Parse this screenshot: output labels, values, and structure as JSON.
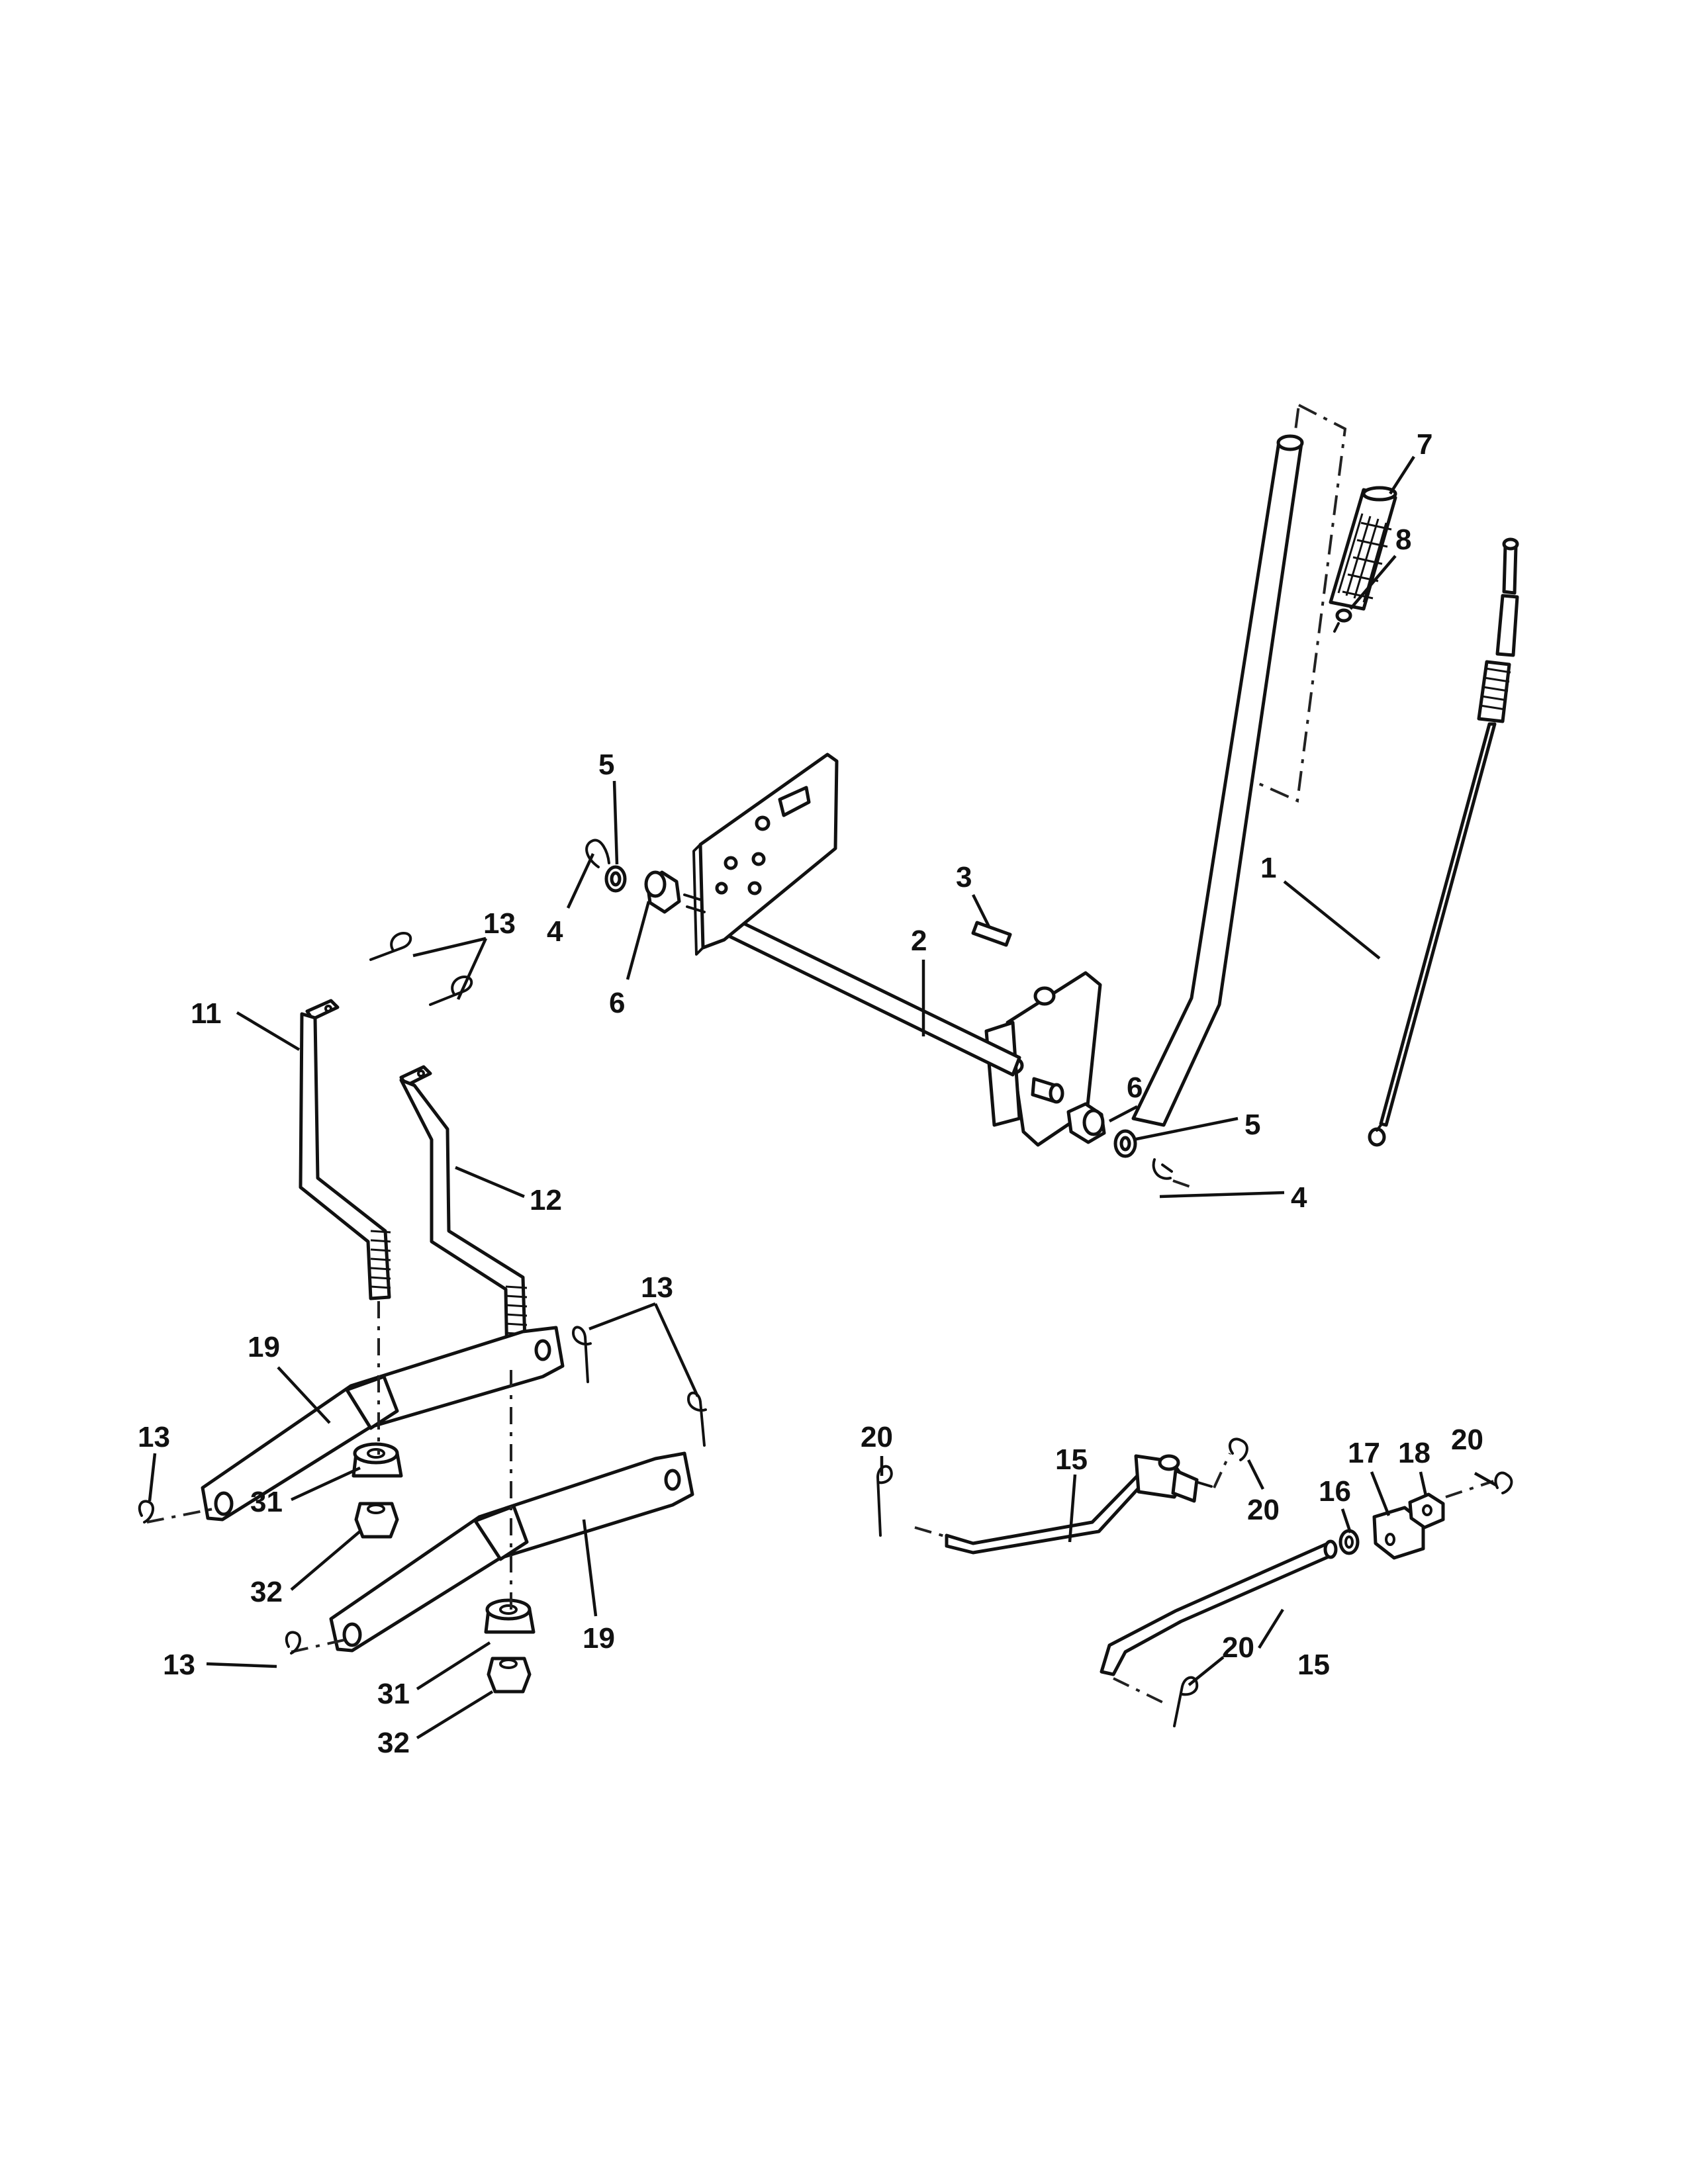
{
  "callouts": {
    "c1": "1",
    "c2": "2",
    "c3": "3",
    "c4a": "4",
    "c4b": "4",
    "c5a": "5",
    "c5b": "5",
    "c6a": "6",
    "c6b": "6",
    "c7": "7",
    "c8": "8",
    "c11": "11",
    "c12": "12",
    "c13a": "13",
    "c13b": "13",
    "c13c": "13",
    "c13d": "13",
    "c15a": "15",
    "c15b": "15",
    "c16": "16",
    "c17": "17",
    "c18": "18",
    "c19a": "19",
    "c19b": "19",
    "c20a": "20",
    "c20b": "20",
    "c20c": "20",
    "c20d": "20",
    "c31a": "31",
    "c31b": "31",
    "c32a": "32",
    "c32b": "32"
  },
  "colors": {
    "line": "#111111",
    "background": "#ffffff"
  }
}
